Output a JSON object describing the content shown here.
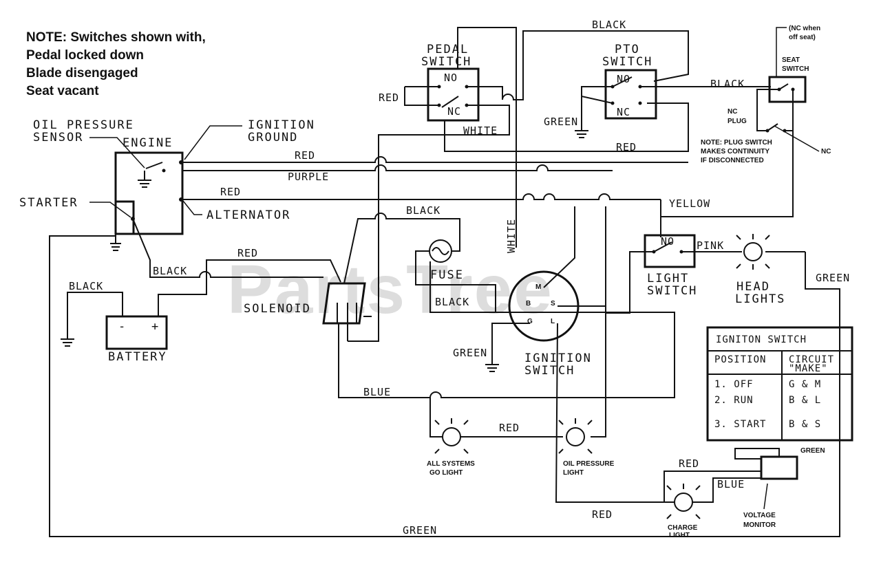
{
  "note": {
    "lines": [
      "NOTE: Switches shown with,",
      "Pedal locked down",
      "Blade disengaged",
      "Seat vacant"
    ]
  },
  "watermark": "PartsTree",
  "components": {
    "oil_pressure_sensor": [
      "OIL PRESSURE",
      "SENSOR"
    ],
    "engine": "ENGINE",
    "ignition_ground": [
      "IGNITION",
      "GROUND"
    ],
    "starter": "STARTER",
    "alternator": "ALTERNATOR",
    "battery": "BATTERY",
    "battery_minus": "-",
    "battery_plus": "+",
    "solenoid": "SOLENOID",
    "fuse": "FUSE",
    "pedal_switch": [
      "PEDAL",
      "SWITCH"
    ],
    "pto_switch": [
      "PTO",
      "SWITCH"
    ],
    "seat_switch": [
      "SEAT",
      "SWITCH"
    ],
    "seat_note": [
      "(NC when",
      "off seat)"
    ],
    "nc_plug": [
      "NC",
      "PLUG"
    ],
    "plug_note": [
      "NOTE: PLUG SWITCH",
      "MAKES CONTINUITY",
      "IF DISCONNECTED"
    ],
    "nc_right": "NC",
    "ignition_switch": [
      "IGNITION",
      "SWITCH"
    ],
    "light_switch": [
      "LIGHT",
      "SWITCH"
    ],
    "head_lights": [
      "HEAD",
      "LIGHTS"
    ],
    "all_systems": [
      "ALL SYSTEMS",
      "GO LIGHT"
    ],
    "oil_pressure_light": [
      "OIL PRESSURE",
      "LIGHT"
    ],
    "charge_light": [
      "CHARGE",
      "LIGHT"
    ],
    "voltage_monitor": [
      "VOLTAGE",
      "MONITOR"
    ],
    "no": "NO",
    "nc": "NC",
    "terminals": {
      "m": "M",
      "b": "B",
      "s": "S",
      "g": "G",
      "l": "L"
    }
  },
  "wires": {
    "red": "RED",
    "black": "BLACK",
    "white": "WHITE",
    "green": "GREEN",
    "purple": "PURPLE",
    "yellow": "YELLOW",
    "pink": "PINK",
    "blue": "BLUE"
  },
  "table": {
    "title": "IGNITON SWITCH",
    "col1": "POSITION",
    "col2": [
      "CIRCUIT",
      "\"MAKE\""
    ],
    "rows": [
      {
        "position": "1. OFF",
        "circuit": "G & M"
      },
      {
        "position": "2. RUN",
        "circuit": "B & L"
      },
      {
        "position": "3. START",
        "circuit": "B & S"
      }
    ]
  }
}
